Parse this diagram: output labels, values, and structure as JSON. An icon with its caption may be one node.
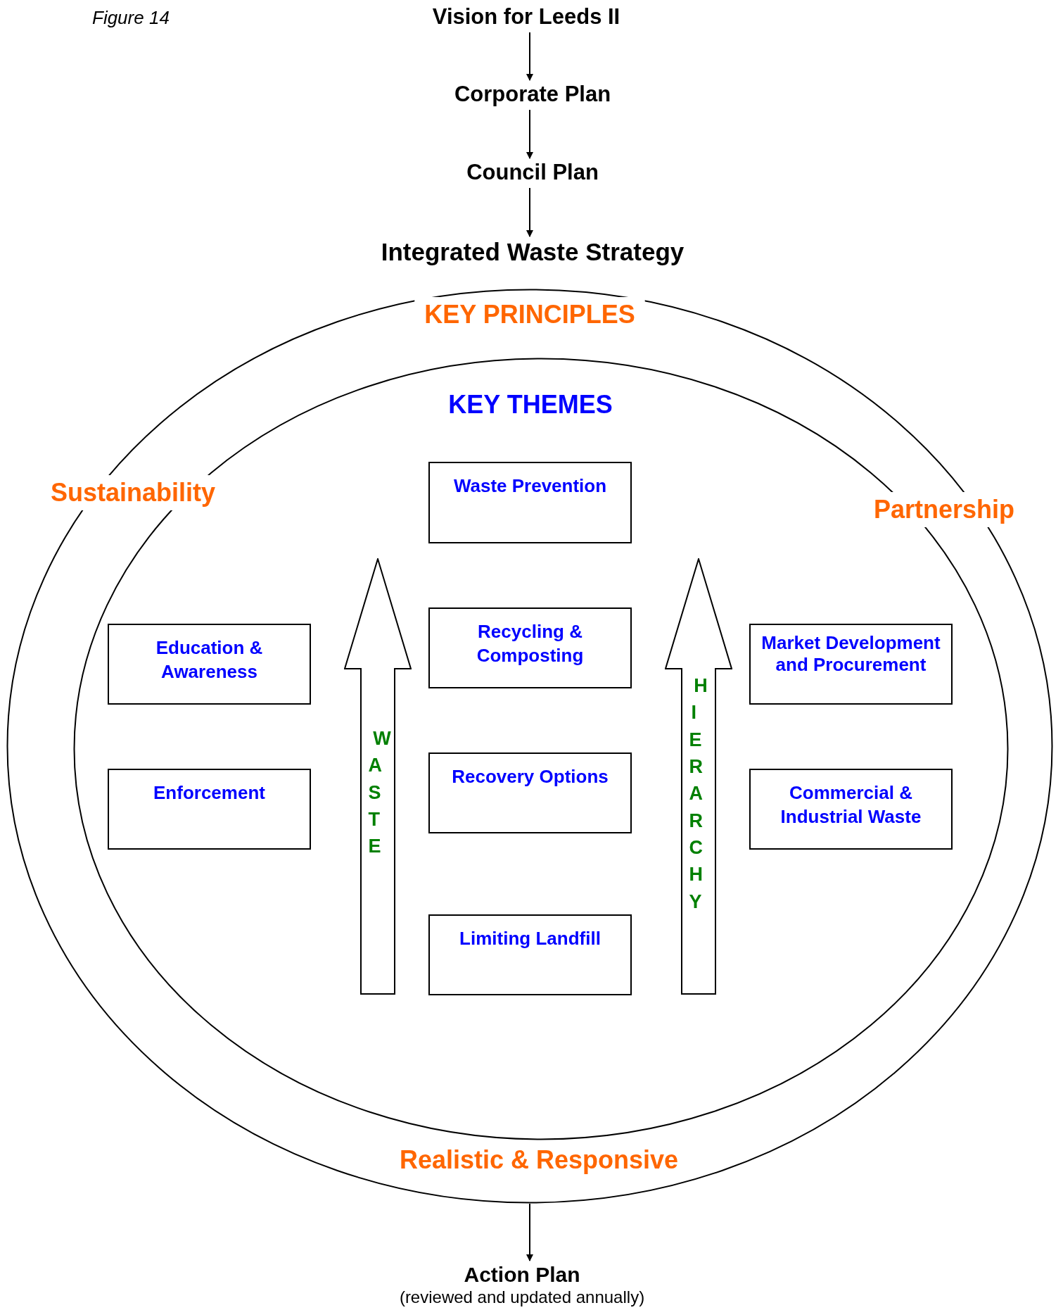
{
  "diagram": {
    "nodes": [
      {
        "text": [
          "Vision for Leeds II"
        ]
      },
      {
        "text": [
          "Corporate Plan"
        ]
      },
      {
        "text": [
          "Council Plan"
        ]
      },
      {
        "text": [
          "Integrated Waste Strategy"
        ]
      },
      {
        "text": [
          "KEY PRINCIPLES",
          "Sustainability",
          "Partnership",
          "Realistic & Responsive"
        ]
      },
      {
        "text": [
          "KEY THEMES"
        ],
        "in": 4
      },
      {
        "text": [
          "Waste Prevention"
        ],
        "in": 5
      },
      {
        "text": [
          "Education & Awareness"
        ],
        "in": 5
      },
      {
        "text": [
          "WASTE"
        ],
        "in": 5
      },
      {
        "text": [
          "Recycling & Composting"
        ],
        "in": 5
      },
      {
        "text": [
          "HIERARCHY"
        ],
        "in": 5
      },
      {
        "text": [
          "Market Development and Procurement"
        ],
        "in": 5
      },
      {
        "text": [
          "Enforcement"
        ],
        "in": 5
      },
      {
        "text": [
          "Recovery Options"
        ],
        "in": 5
      },
      {
        "text": [
          "Commercial & Industrial Waste"
        ],
        "in": 5
      },
      {
        "text": [
          "Limiting Landfill"
        ],
        "in": 5
      },
      {
        "text": [
          "Action Plan",
          "(reviewed and updated annually)"
        ]
      }
    ],
    "edges": [
      {
        "from": 0,
        "to": 1,
        "arrow": "to"
      },
      {
        "from": 1,
        "to": 2,
        "arrow": "to"
      },
      {
        "from": 2,
        "to": 3,
        "arrow": "to"
      },
      {
        "from": 4,
        "to": 16,
        "arrow": "to"
      }
    ],
    "labels": [
      "Figure 14"
    ]
  }
}
